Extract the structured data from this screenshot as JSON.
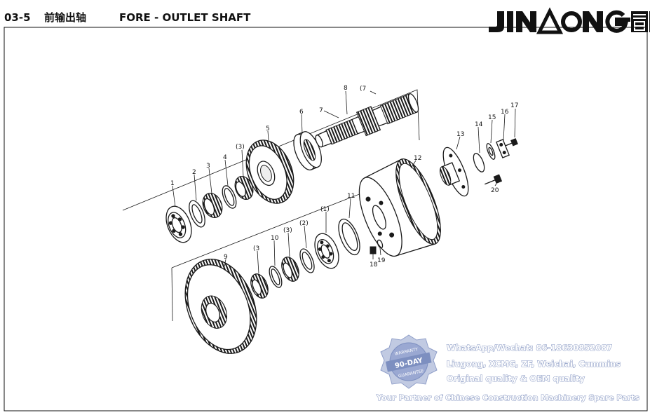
{
  "header": {
    "section_no": "03-5",
    "title_cn": "前输出轴",
    "title_en": "FORE - OUTLET SHAFT"
  },
  "logo": {
    "text": "JINGONG晋工"
  },
  "callouts": [
    {
      "id": "c1",
      "text": "1"
    },
    {
      "id": "c2",
      "text": "2"
    },
    {
      "id": "c3",
      "text": "3"
    },
    {
      "id": "c4",
      "text": "4"
    },
    {
      "id": "c3b",
      "text": "(3)"
    },
    {
      "id": "c5",
      "text": "5"
    },
    {
      "id": "c6",
      "text": "6"
    },
    {
      "id": "c7a",
      "text": "7"
    },
    {
      "id": "c8",
      "text": "8"
    },
    {
      "id": "c7b",
      "text": "(7"
    },
    {
      "id": "c13",
      "text": "13"
    },
    {
      "id": "c14",
      "text": "14"
    },
    {
      "id": "c15",
      "text": "15"
    },
    {
      "id": "c16",
      "text": "16"
    },
    {
      "id": "c17",
      "text": "17"
    },
    {
      "id": "c12",
      "text": "12"
    },
    {
      "id": "c20",
      "text": "20"
    },
    {
      "id": "c11",
      "text": "11"
    },
    {
      "id": "c1b",
      "text": "(1)"
    },
    {
      "id": "c2b",
      "text": "(2)"
    },
    {
      "id": "c3c",
      "text": "(3)"
    },
    {
      "id": "c10",
      "text": "10"
    },
    {
      "id": "c3d",
      "text": "(3"
    },
    {
      "id": "c9",
      "text": "9"
    },
    {
      "id": "c18",
      "text": "18"
    },
    {
      "id": "c19",
      "text": "19"
    }
  ],
  "watermark": {
    "badge_top": "WARRANTY",
    "badge_main": "90-DAY",
    "badge_bottom": "GUARANTEE",
    "line1": "WhatsApp/Wechat: 86-18630852087",
    "line2": "Liugong, XCMG, ZF, Weichai, Cummins",
    "line3": "Original quality & OEM quality",
    "line4": "Your Partner of Chinese Construction Machinery Spare Parts"
  },
  "colors": {
    "ink": "#1a1a1a",
    "watermark_fill": "#ffffff",
    "watermark_stroke": "#8a9ac4",
    "badge": "#7d8fc0"
  }
}
